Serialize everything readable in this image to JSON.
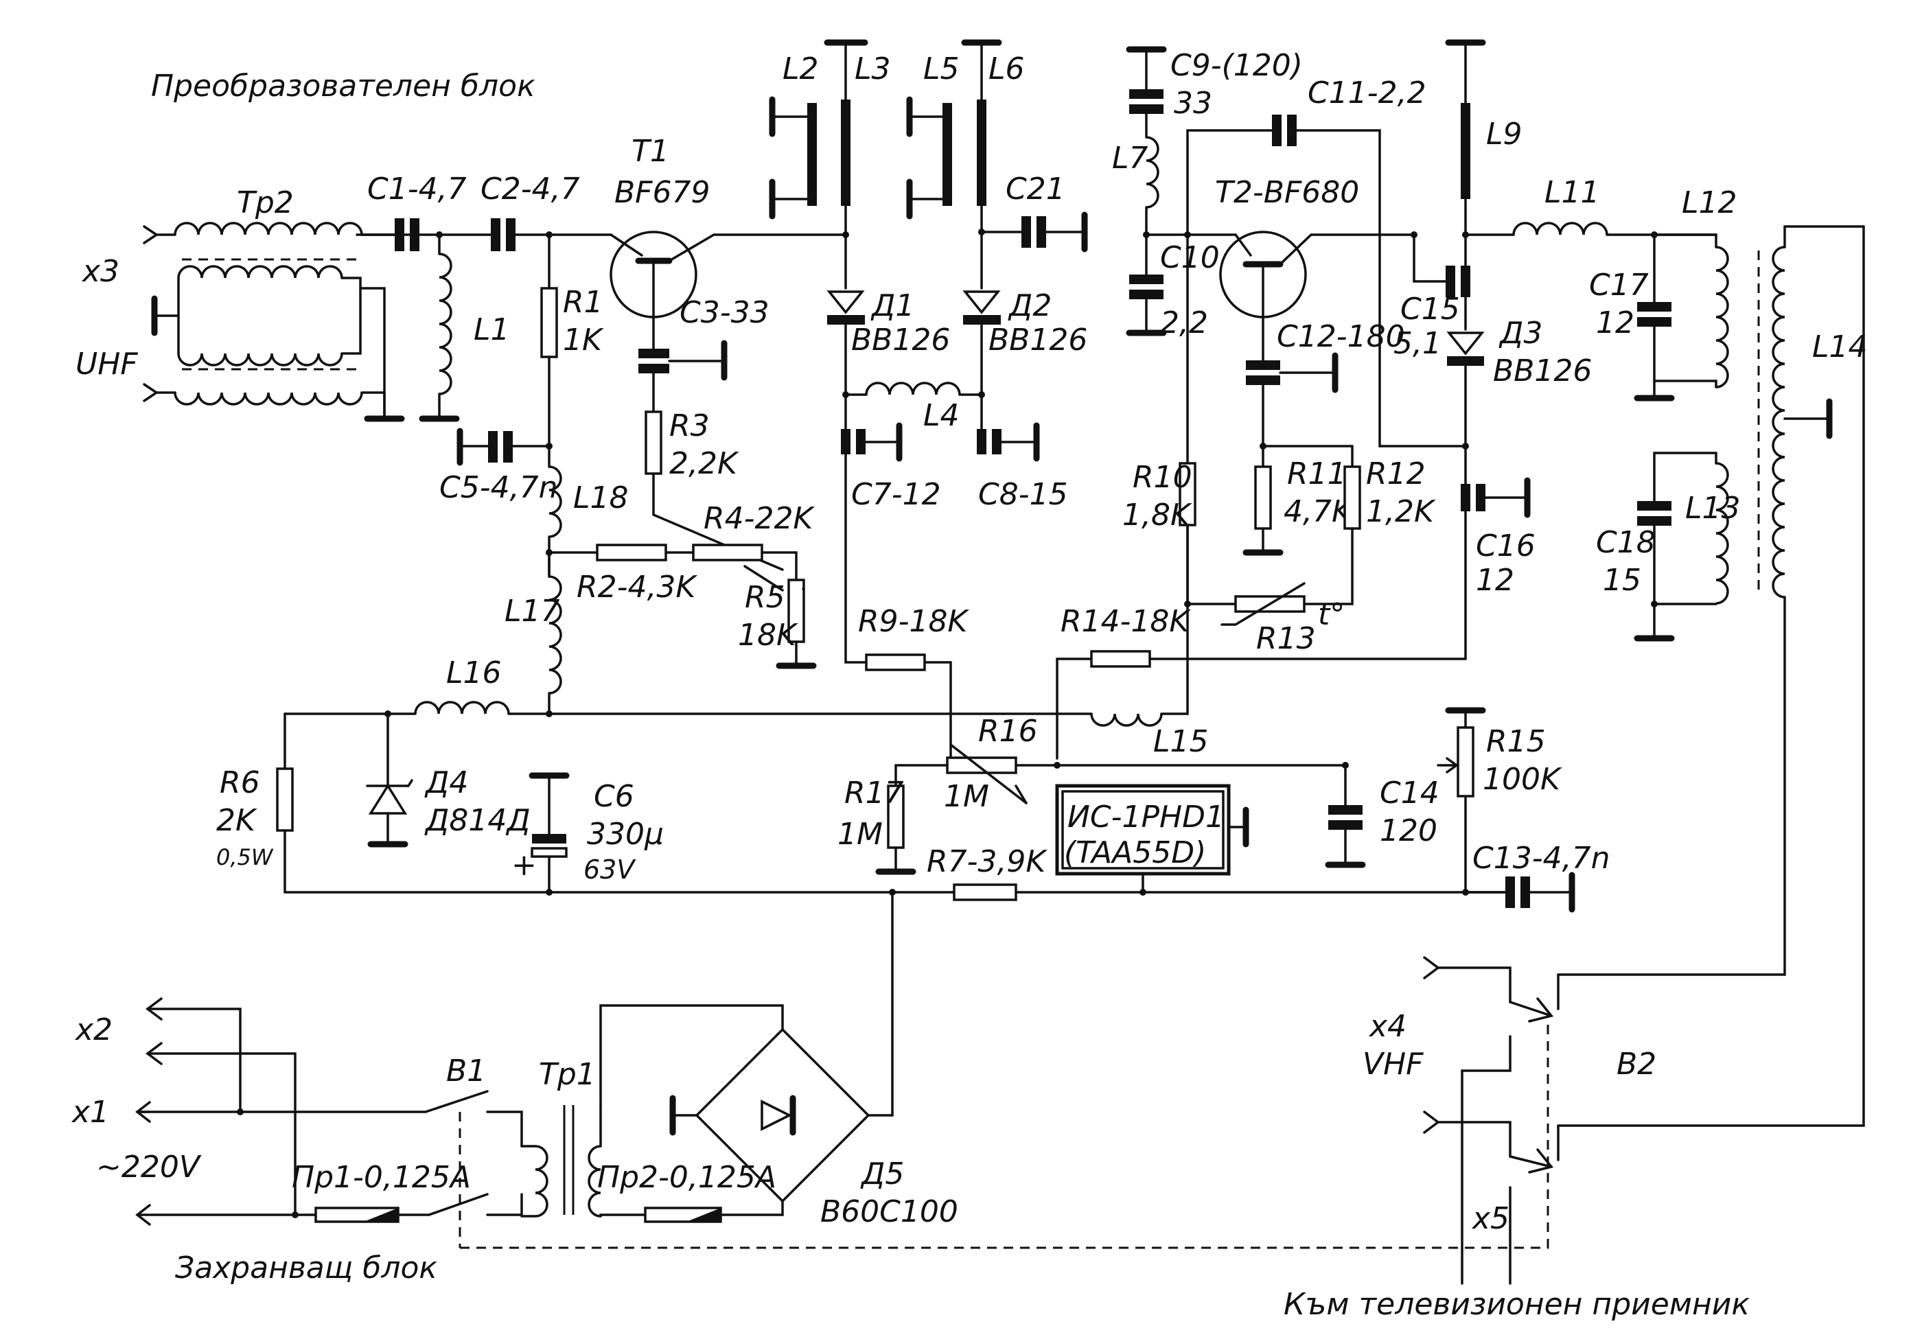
{
  "titles": {
    "converter_block": "Преобразователен блок",
    "power_block": "Захранващ блок",
    "to_tv": "Към телевизионен приемник"
  },
  "connectors": {
    "x3": "x3",
    "uhf": "UHF",
    "x2": "x2",
    "x1": "x1",
    "mains": "~220V",
    "x4": "x4",
    "vhf": "VHF",
    "x5": "x5"
  },
  "components": {
    "tp2": "Tp2",
    "c1": "C1-4,7",
    "c2": "C2-4,7",
    "l1": "L1",
    "r1": "R1",
    "r1_val": "1K",
    "t1": "T1",
    "t1_type": "BF679",
    "c3": "C3-33",
    "r3": "R3",
    "r3_val": "2,2K",
    "c5": "C5-4,7n",
    "l18": "L18",
    "r4": "R4-22K",
    "r2": "R2-4,3K",
    "r5": "R5",
    "r5_val": "18K",
    "l17": "L17",
    "l16": "L16",
    "r6": "R6",
    "r6_val": "2K",
    "r6_pow": "0,5W",
    "d4": "Д4",
    "d4_type": "Д814Д",
    "c6": "C6",
    "c6_val": "330μ",
    "c6_volt": "63V",
    "c6_plus": "+",
    "l2": "L2",
    "l3": "L3",
    "l5": "L5",
    "l6": "L6",
    "c21": "C21",
    "d1": "Д1",
    "d1_type": "BB126",
    "d2": "Д2",
    "d2_type": "BB126",
    "l4": "L4",
    "c7": "C7-12",
    "c8": "C8-15",
    "r9": "R9-18K",
    "r14": "R14-18K",
    "l15": "L15",
    "r16": "R16",
    "r16_val": "1M",
    "r17": "R17",
    "r17_val": "1M",
    "r7": "R7-3,9K",
    "ic": "ИС-1PHD1",
    "ic_type": "(TAA55D)",
    "c14": "C14",
    "c14_val": "120",
    "r15": "R15",
    "r15_val": "100K",
    "c13": "C13-4,7n",
    "c9": "C9-(120)",
    "c9_val": "33",
    "l7": "L7",
    "c10": "C10",
    "c10_val": "2,2",
    "c11": "C11-2,2",
    "t2": "T2-BF680",
    "c12": "C12-180",
    "r10": "R10",
    "r10_val": "1,8K",
    "r11": "R11",
    "r11_val": "4,7K",
    "r12": "R12",
    "r12_val": "1,2K",
    "r13": "R13",
    "r13_t": "t°",
    "l9": "L9",
    "c15": "C15",
    "c15_val": "5,1",
    "d3": "Д3",
    "d3_type": "BB126",
    "c16": "C16",
    "c16_val": "12",
    "l11": "L11",
    "c17": "C17",
    "c17_val": "12",
    "l12": "L12",
    "l14": "L14",
    "c18": "C18",
    "c18_val": "15",
    "l13": "L13",
    "b1": "B1",
    "tp1": "Tp1",
    "pr1": "Пр1-0,125A",
    "pr2": "Пр2-0,125A",
    "d5": "Д5",
    "d5_type": "B60C100",
    "b2": "B2"
  }
}
